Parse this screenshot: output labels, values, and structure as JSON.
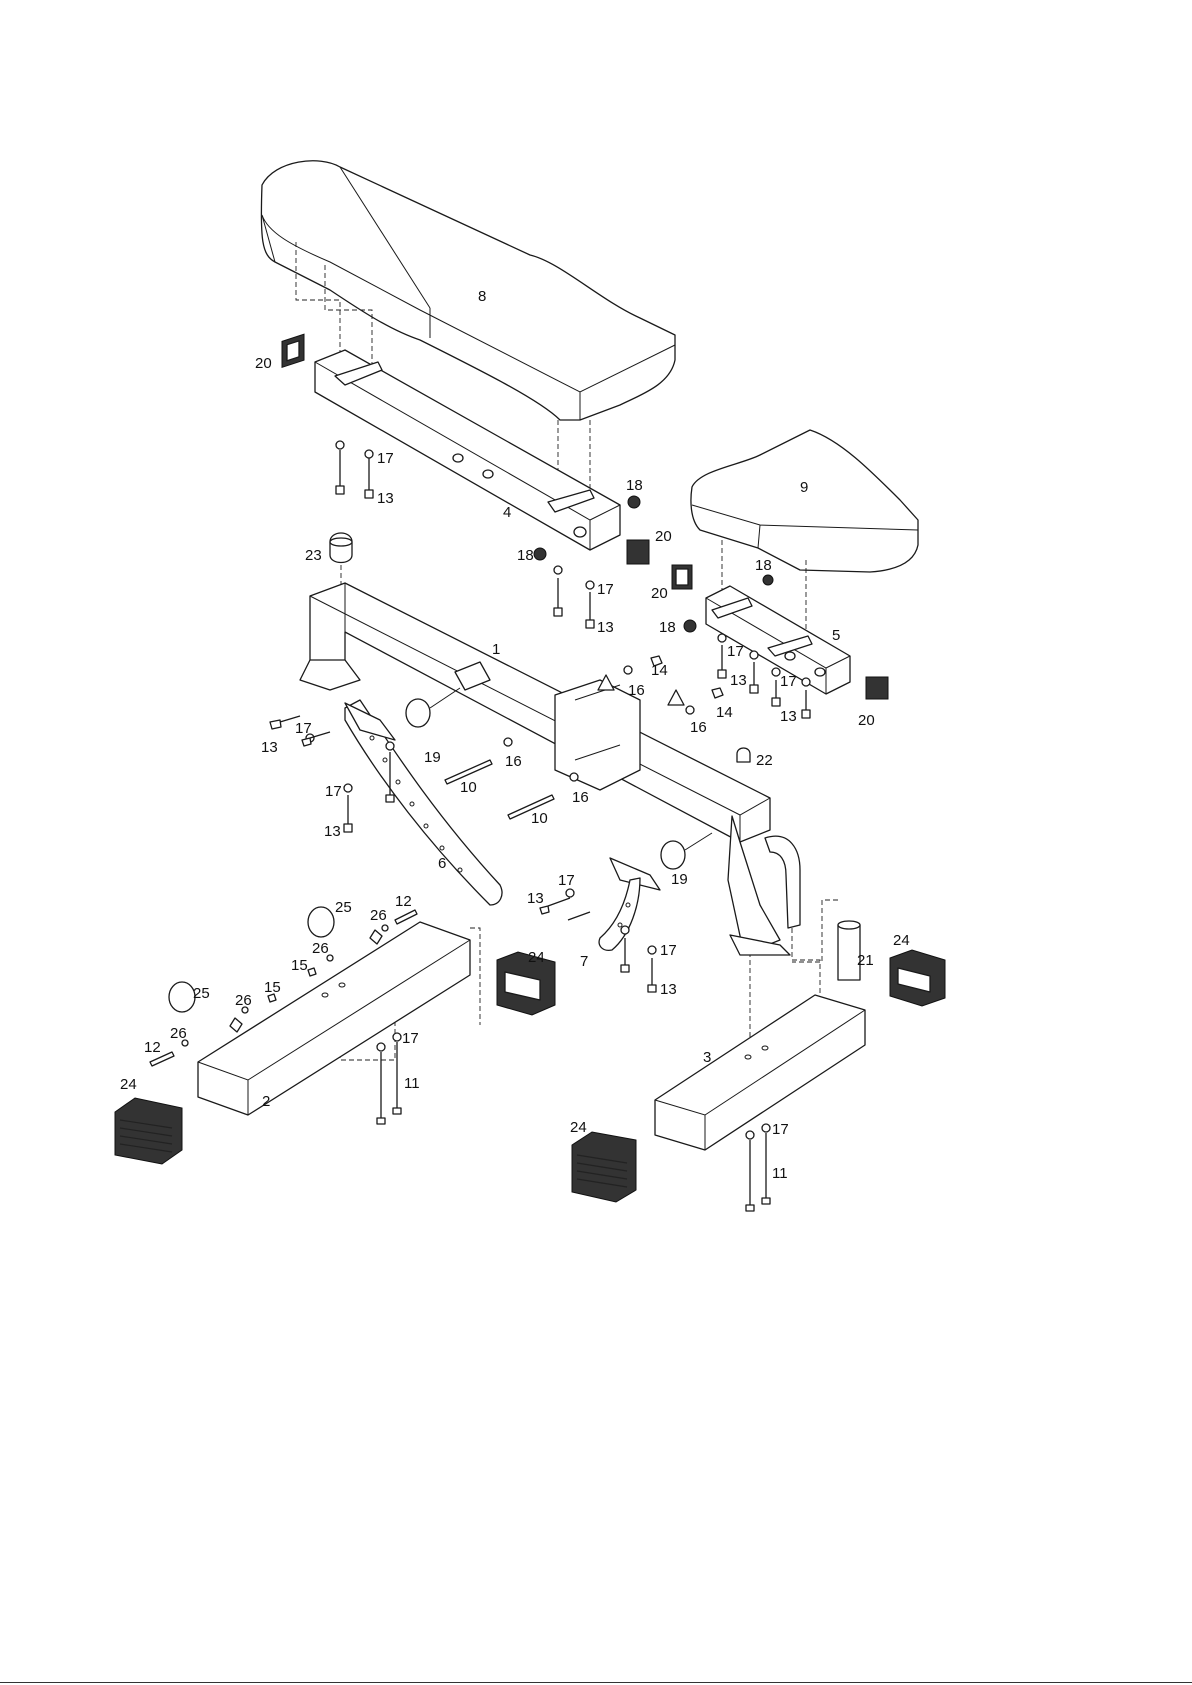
{
  "diagram": {
    "title": "",
    "part_labels": {
      "frame": "1",
      "rear_base": "2",
      "front_base": "3",
      "back_seat_bracket": "4",
      "seat_bracket": "5",
      "adjust_rail_left": "6",
      "adjust_rail_right": "7",
      "back_pad": "8",
      "seat_pad": "9",
      "bolt_long": "10",
      "bolt_base": "11",
      "bolt_short": "12",
      "bolt_hex": "13",
      "nut": "14",
      "nut_small": "15",
      "washer_large": "16",
      "washer": "17",
      "knob_cap": "18",
      "pop_pin": "19",
      "end_cap": "20",
      "handle_sleeve": "21",
      "bumper_small": "22",
      "bumper_large": "23",
      "foot_cap": "24",
      "wheel": "25",
      "spacer": "26"
    }
  }
}
